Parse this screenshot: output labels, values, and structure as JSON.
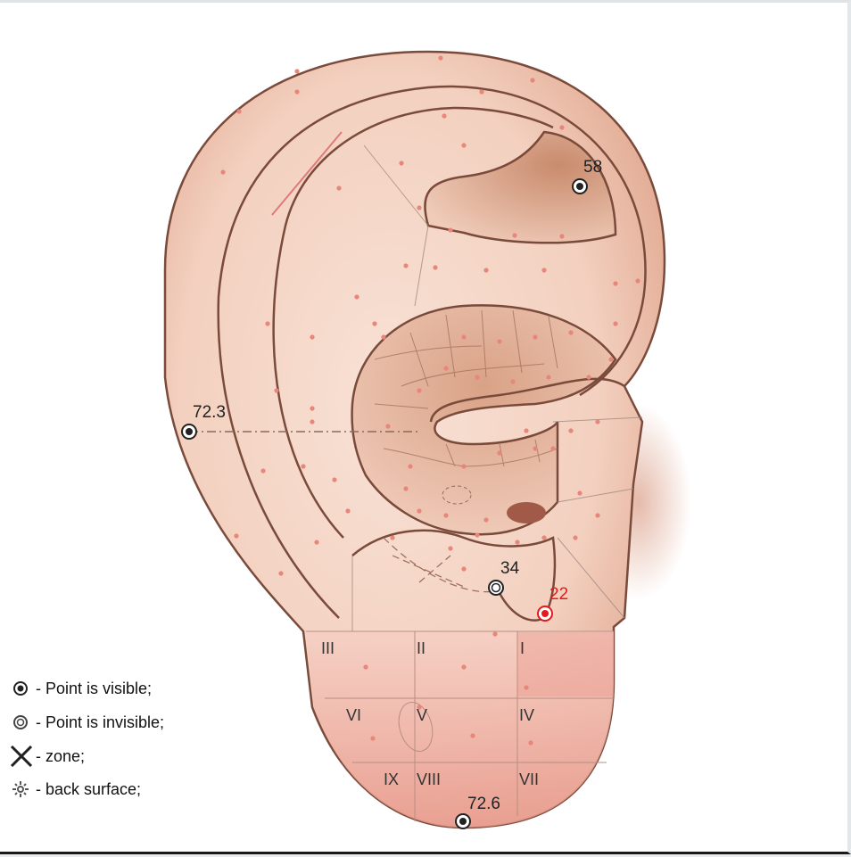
{
  "diagram": {
    "colors": {
      "skin": "#f5d4c3",
      "skin_dark": "#c98b6d",
      "outline": "#7a4a3b",
      "point": "#e8867c",
      "active": "#e5191b",
      "lobe": "#f2b9ac"
    },
    "marked_points": [
      {
        "id": "58",
        "label": "58",
        "type": "visible"
      },
      {
        "id": "72.3",
        "label": "72.3",
        "type": "visible"
      },
      {
        "id": "34",
        "label": "34",
        "type": "invisible"
      },
      {
        "id": "22",
        "label": "22",
        "type": "selected"
      },
      {
        "id": "72.6",
        "label": "72.6",
        "type": "visible"
      }
    ],
    "lobe_zones": [
      "III",
      "II",
      "I",
      "VI",
      "V",
      "IV",
      "IX",
      "VIII",
      "VII"
    ]
  },
  "legend": [
    {
      "icon": "visible-point-icon",
      "text": " - Point is visible;"
    },
    {
      "icon": "invisible-point-icon",
      "text": " - Point is invisible;"
    },
    {
      "icon": "zone-cross-icon",
      "text": " - zone;"
    },
    {
      "icon": "back-surface-icon",
      "text": " - back surface;"
    }
  ]
}
